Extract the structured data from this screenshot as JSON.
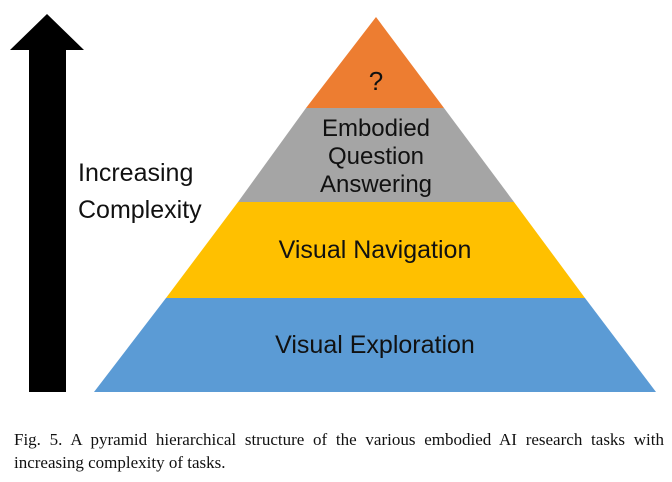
{
  "arrow": {
    "label_lines": [
      "Increasing",
      "Complexity"
    ]
  },
  "pyramid": {
    "levels": [
      {
        "lines": [
          "?"
        ],
        "color": "#ED7D31"
      },
      {
        "lines": [
          "Embodied",
          "Question",
          "Answering"
        ],
        "color": "#A5A5A5"
      },
      {
        "lines": [
          "Visual Navigation"
        ],
        "color": "#FFC000"
      },
      {
        "lines": [
          "Visual Exploration"
        ],
        "color": "#5B9BD5"
      }
    ]
  },
  "caption": {
    "label": "Fig. 5.",
    "text": "A pyramid hierarchical structure of the various embodied AI research tasks with increasing complexity of tasks."
  }
}
